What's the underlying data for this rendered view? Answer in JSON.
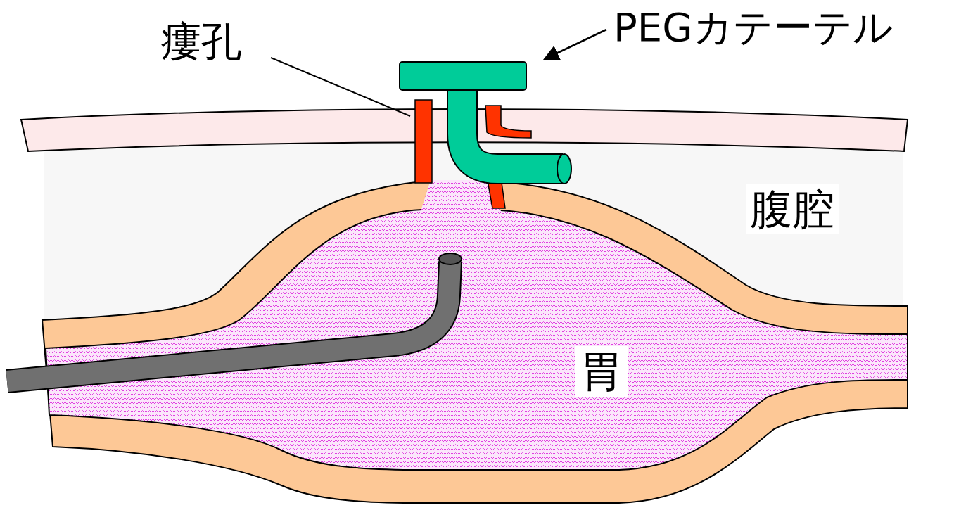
{
  "diagram": {
    "labels": [
      "瘻孔",
      "PEGカテーテル",
      "腹腔",
      "胃"
    ]
  }
}
